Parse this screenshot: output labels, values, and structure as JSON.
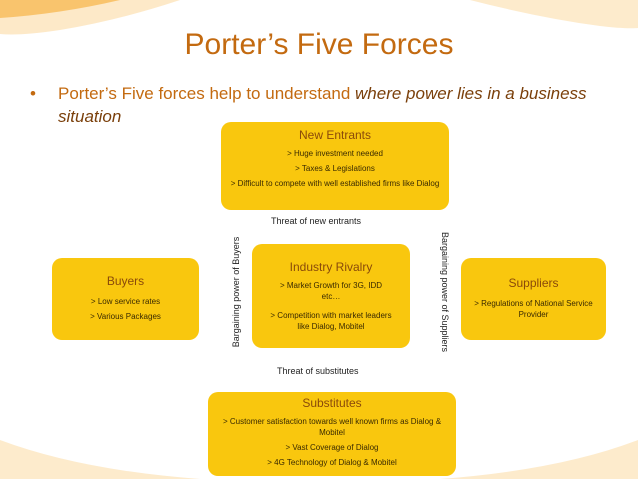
{
  "slide": {
    "title": "Porter’s Five Forces",
    "bullet_prefix": "Porter’s Five forces help to understand ",
    "bullet_emphasis": "where power lies in a business situation"
  },
  "forces": {
    "new_entrants": {
      "title": "New Entrants",
      "points": [
        "> Huge investment needed",
        "> Taxes & Legislations",
        "> Difficult to compete with well established firms like Dialog"
      ]
    },
    "rivalry": {
      "title": "Industry Rivalry",
      "points": [
        "> Market Growth for 3G, IDD etc…",
        "> Competition with market leaders like Dialog, Mobitel"
      ]
    },
    "buyers": {
      "title": "Buyers",
      "points": [
        "> Low service rates",
        "> Various Packages"
      ]
    },
    "suppliers": {
      "title": "Suppliers",
      "points": [
        "> Regulations of National Service Provider"
      ]
    },
    "substitutes": {
      "title": "Substitutes",
      "points": [
        "> Customer satisfaction towards well known firms as Dialog & Mobitel",
        "> Vast Coverage of Dialog",
        "> 4G Technology of  Dialog & Mobitel"
      ]
    }
  },
  "connectors": {
    "threat_new_entrants": "Threat of new entrants",
    "threat_substitutes": "Threat of substitutes",
    "bargaining_buyers": "Bargaining power of Buyers",
    "bargaining_suppliers": "Bargaining power of Suppliers"
  },
  "colors": {
    "box_fill": "#F9C70E",
    "title_orange": "#C36A10",
    "accent_swirl": "#F5A623"
  }
}
